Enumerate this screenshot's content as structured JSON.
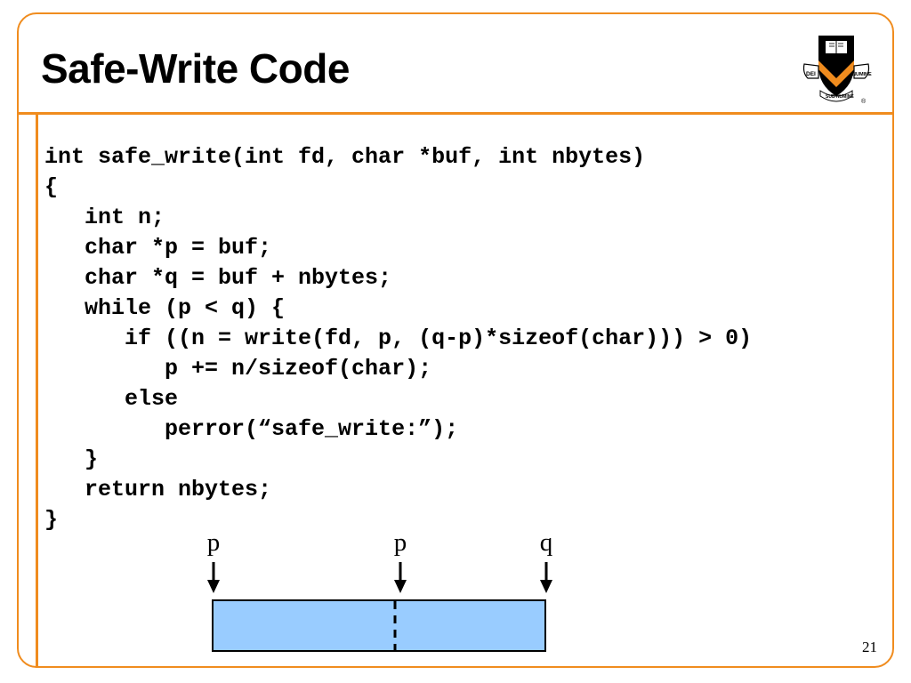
{
  "slide": {
    "title": "Safe-Write Code",
    "page_number": "21",
    "accent_color": "#f08c1e"
  },
  "logo": {
    "icon": "princeton-shield-icon",
    "text_left": "DEI",
    "text_right": "NUMINE",
    "text_bottom": "SUB NUMINE",
    "registered": "®"
  },
  "code": {
    "lines": [
      "int safe_write(int fd, char *buf, int nbytes)",
      "{",
      "   int n;",
      "   char *p = buf;",
      "   char *q = buf + nbytes;",
      "   while (p < q) {",
      "      if ((n = write(fd, p, (q-p)*sizeof(char))) > 0)",
      "         p += n/sizeof(char);",
      "      else",
      "         perror(“safe_write:”);",
      "   }",
      "   return nbytes;",
      "}"
    ]
  },
  "diagram": {
    "labels": [
      "p",
      "p",
      "q"
    ],
    "buffer_color": "#99ccff"
  }
}
